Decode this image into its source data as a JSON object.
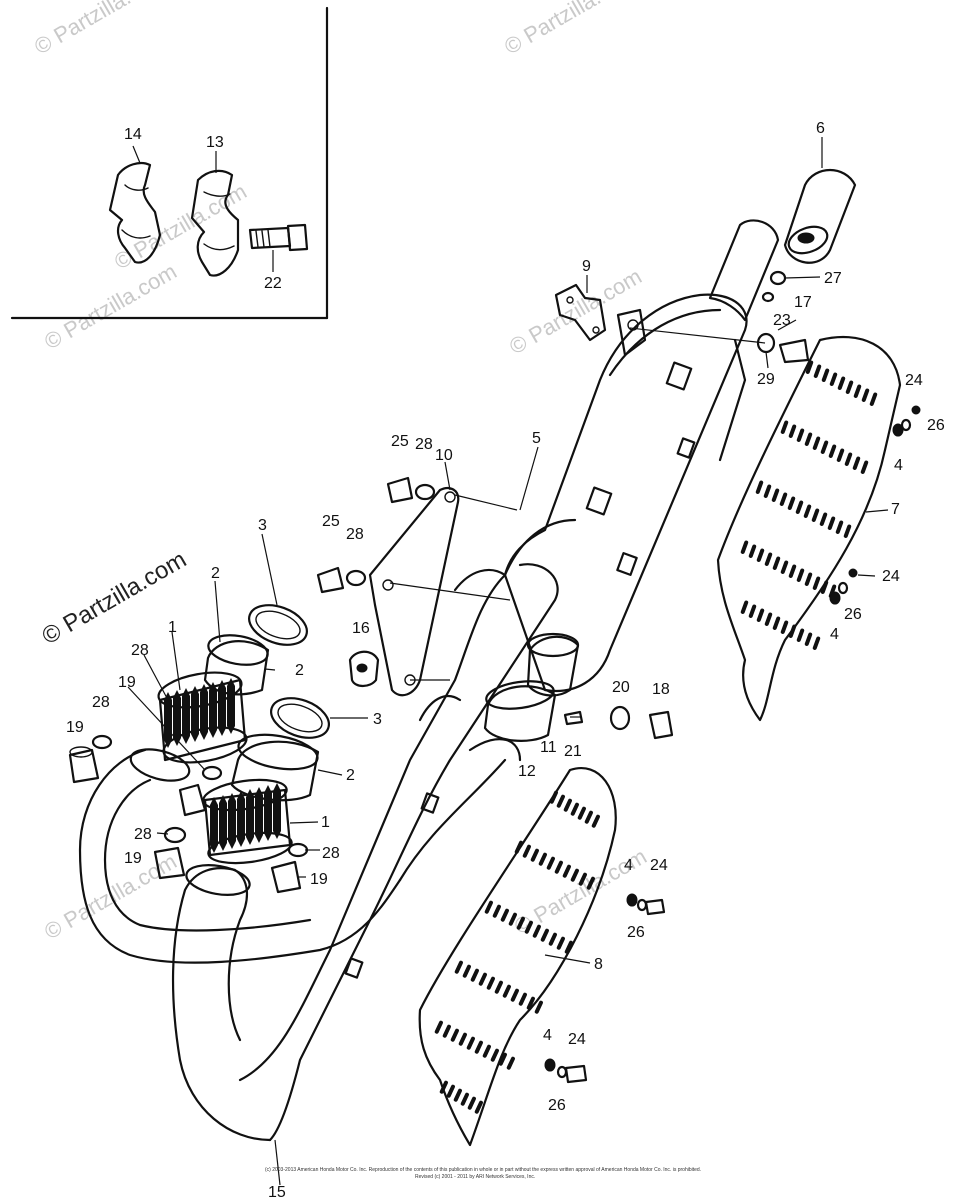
{
  "watermarks": [
    "© Partzilla.com",
    "© Partzilla.com",
    "© Partzilla.com",
    "© Partzilla.com",
    "© Partzilla.com",
    "© Partzilla.com",
    "© Partzilla.com",
    "© Partzilla.com"
  ],
  "callouts": {
    "c1a": "1",
    "c1b": "1",
    "c2a": "2",
    "c2b": "2",
    "c2c": "2",
    "c3a": "3",
    "c3b": "3",
    "c4a": "4",
    "c4b": "4",
    "c4c": "4",
    "c4d": "4",
    "c5": "5",
    "c6": "6",
    "c7": "7",
    "c8": "8",
    "c9": "9",
    "c10": "10",
    "c11": "11",
    "c12": "12",
    "c13": "13",
    "c14": "14",
    "c15": "15",
    "c16": "16",
    "c17": "17",
    "c18": "18",
    "c19a": "19",
    "c19b": "19",
    "c19c": "19",
    "c19d": "19",
    "c20": "20",
    "c21": "21",
    "c22": "22",
    "c23": "23",
    "c24a": "24",
    "c24b": "24",
    "c24c": "24",
    "c24d": "24",
    "c25a": "25",
    "c25b": "25",
    "c26a": "26",
    "c26b": "26",
    "c26c": "26",
    "c26d": "26",
    "c27": "27",
    "c28a": "28",
    "c28b": "28",
    "c28c": "28",
    "c28d": "28",
    "c28e": "28",
    "c28f": "28",
    "c29": "29"
  },
  "footer": {
    "line1": "(c) 2003-2013 American Honda Motor Co. Inc. Reproduction of the contents of this publication in whole or in part without the express written approval of American Honda Motor Co. Inc. is prohibited.",
    "line2": "Revised (c) 2001 - 2011 by ARI Network Services, Inc."
  }
}
